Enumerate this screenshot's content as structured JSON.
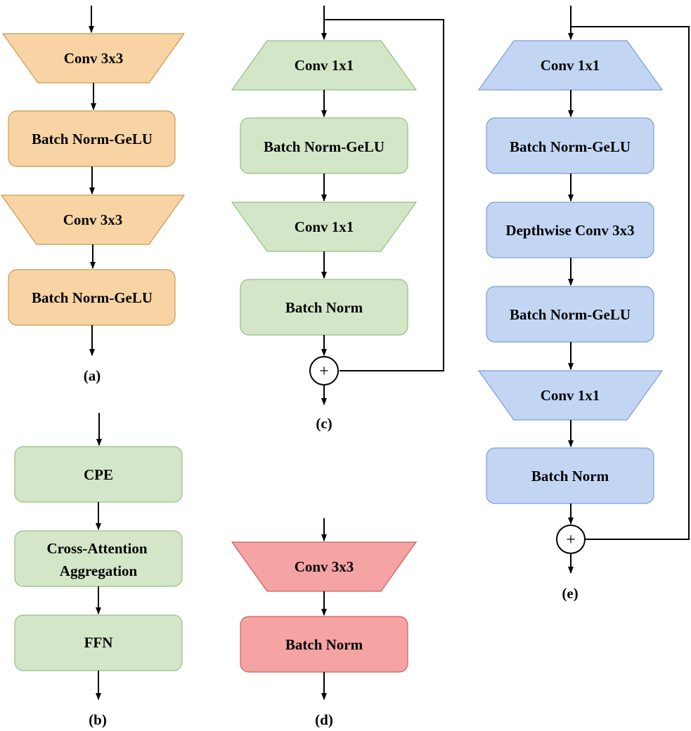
{
  "colors": {
    "orange_fill": "#f8d4a4",
    "orange_stroke": "#c99a55",
    "green_fill": "#d3e7c8",
    "green_stroke": "#98bc84",
    "blue_fill": "#c2d6f4",
    "blue_stroke": "#7d9cd1",
    "red_fill": "#f5a3a3",
    "red_stroke": "#c85e5e"
  },
  "diagram_a": {
    "caption": "(a)",
    "blocks": [
      {
        "kind": "conv",
        "label": "Conv 3x3"
      },
      {
        "kind": "norm",
        "label": "Batch Norm-GeLU"
      },
      {
        "kind": "conv",
        "label": "Conv 3x3"
      },
      {
        "kind": "norm",
        "label": "Batch Norm-GeLU"
      }
    ]
  },
  "diagram_b": {
    "caption": "(b)",
    "blocks": [
      {
        "label": "CPE"
      },
      {
        "label_line1": "Cross-Attention",
        "label_line2": "Aggregation"
      },
      {
        "label": "FFN"
      }
    ]
  },
  "diagram_c": {
    "caption": "(c)",
    "blocks": [
      {
        "kind": "conv",
        "label": "Conv 1x1"
      },
      {
        "kind": "norm",
        "label": "Batch Norm-GeLU"
      },
      {
        "kind": "conv",
        "label": "Conv 1x1"
      },
      {
        "kind": "norm",
        "label": "Batch Norm"
      }
    ],
    "sum_symbol": "+"
  },
  "diagram_d": {
    "caption": "(d)",
    "blocks": [
      {
        "kind": "conv",
        "label": "Conv 3x3"
      },
      {
        "kind": "norm",
        "label": "Batch Norm"
      }
    ]
  },
  "diagram_e": {
    "caption": "(e)",
    "blocks": [
      {
        "kind": "conv",
        "label": "Conv 1x1"
      },
      {
        "kind": "norm",
        "label": "Batch Norm-GeLU"
      },
      {
        "kind": "norm",
        "label": "Depthwise Conv 3x3"
      },
      {
        "kind": "norm",
        "label": "Batch Norm-GeLU"
      },
      {
        "kind": "conv",
        "label": "Conv 1x1"
      },
      {
        "kind": "norm",
        "label": "Batch Norm"
      }
    ],
    "sum_symbol": "+"
  }
}
